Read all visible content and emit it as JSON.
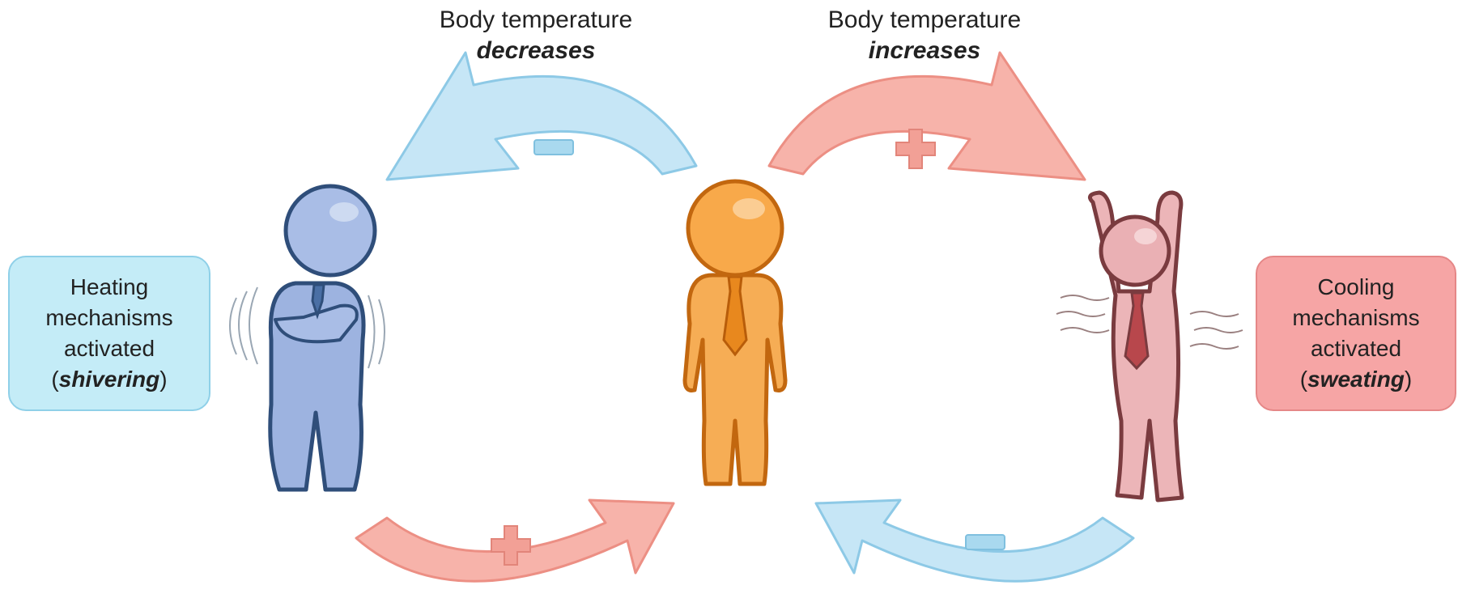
{
  "top_left_label": {
    "line1": "Body temperature",
    "line2": "decreases"
  },
  "top_right_label": {
    "line1": "Body temperature",
    "line2": "increases"
  },
  "heating_box": {
    "line1": "Heating",
    "line2": "mechanisms",
    "line3": "activated",
    "paren_open": "(",
    "emphasis": "shivering",
    "paren_close": ")"
  },
  "cooling_box": {
    "line1": "Cooling",
    "line2": "mechanisms",
    "line3": "activated",
    "paren_open": "(",
    "emphasis": "sweating",
    "paren_close": ")"
  },
  "colors": {
    "cool_blue": "#a9d9ef",
    "warm_red": "#f2a096",
    "figure_cold": "#8fa9d8",
    "figure_normal": "#f4a649",
    "figure_hot": "#e9a5a8"
  },
  "icons": [
    "minus-sign-icon",
    "plus-sign-icon",
    "curved-arrow-icon"
  ]
}
